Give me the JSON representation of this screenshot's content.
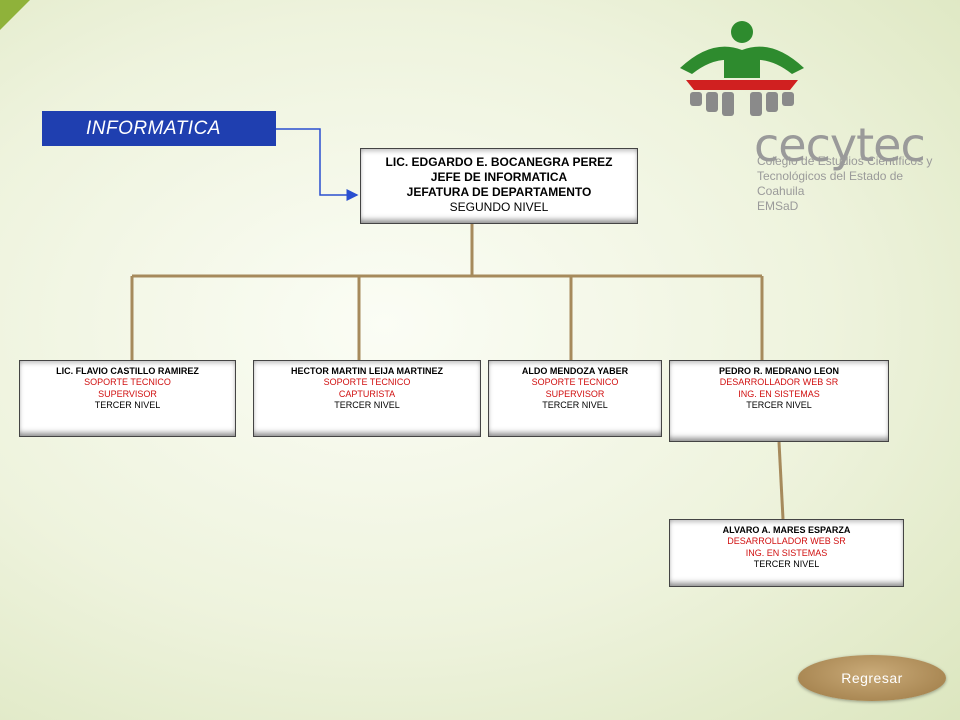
{
  "section": {
    "title": "INFORMATICA"
  },
  "head": {
    "line1": "LIC. EDGARDO  E. BOCANEGRA  PEREZ",
    "line2": "JEFE DE INFORMATICA",
    "line3": "JEFATURA DE DEPARTAMENTO",
    "line4": "SEGUNDO NIVEL"
  },
  "staff": [
    {
      "name": "LIC. FLAVIO CASTILLO RAMIREZ",
      "role1": "SOPORTE TECNICO",
      "role2": "SUPERVISOR",
      "level": "TERCER NIVEL"
    },
    {
      "name": "HECTOR  MARTIN LEIJA MARTINEZ",
      "role1": "SOPORTE TECNICO",
      "role2": "CAPTURISTA",
      "level": "TERCER NIVEL"
    },
    {
      "name": "ALDO MENDOZA YABER",
      "role1": "SOPORTE TECNICO",
      "role2": "SUPERVISOR",
      "level": "TERCER NIVEL"
    },
    {
      "name": "PEDRO R. MEDRANO LEON",
      "role1": "DESARROLLADOR WEB SR",
      "role2": "ING. EN SISTEMAS",
      "level": "TERCER NIVEL"
    },
    {
      "name": "ALVARO A. MARES ESPARZA",
      "role1": "DESARROLLADOR WEB SR",
      "role2": "ING. EN SISTEMAS",
      "level": "TERCER NIVEL"
    }
  ],
  "logo": {
    "brand": "cecytec",
    "sub1": "Colegio de Estudios Científicos y",
    "sub2": "Tecnológicos del Estado de Coahuila",
    "sub3": "EMSaD"
  },
  "nav": {
    "back_label": "Regresar"
  },
  "colors": {
    "accent": "#1f3fb0",
    "role_text": "#d01010",
    "connector": "#a68a5c",
    "button": "#b08d5a"
  }
}
